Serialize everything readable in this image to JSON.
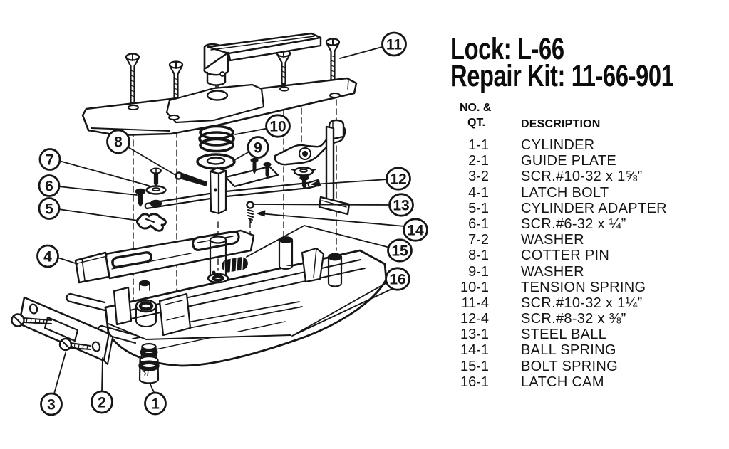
{
  "panel": {
    "title_line1": "Lock: L-66",
    "title_line2": "Repair Kit: 11-66-901",
    "header": {
      "col1_line1": "NO. &",
      "col1_line2": "QT.",
      "col2": "DESCRIPTION"
    },
    "rows": [
      {
        "no_qt": "1-1",
        "description": "CYLINDER"
      },
      {
        "no_qt": "2-1",
        "description": "GUIDE PLATE"
      },
      {
        "no_qt": "3-2",
        "description": "SCR.#10-32 x 1⅝”"
      },
      {
        "no_qt": "4-1",
        "description": "LATCH BOLT"
      },
      {
        "no_qt": "5-1",
        "description": "CYLINDER ADAPTER"
      },
      {
        "no_qt": "6-1",
        "description": "SCR.#6-32 x ¼”"
      },
      {
        "no_qt": "7-2",
        "description": "WASHER"
      },
      {
        "no_qt": "8-1",
        "description": "COTTER PIN"
      },
      {
        "no_qt": "9-1",
        "description": "WASHER"
      },
      {
        "no_qt": "10-1",
        "description": "TENSION SPRING"
      },
      {
        "no_qt": "11-4",
        "description": "SCR.#10-32 x 1¼”"
      },
      {
        "no_qt": "12-4",
        "description": "SCR.#8-32 x ⅜”"
      },
      {
        "no_qt": "13-1",
        "description": "STEEL BALL"
      },
      {
        "no_qt": "14-1",
        "description": "BALL SPRING"
      },
      {
        "no_qt": "15-1",
        "description": "BOLT SPRING"
      },
      {
        "no_qt": "16-1",
        "description": "LATCH CAM"
      }
    ]
  },
  "diagram": {
    "callouts": [
      {
        "num": "1"
      },
      {
        "num": "2"
      },
      {
        "num": "3"
      },
      {
        "num": "4"
      },
      {
        "num": "5"
      },
      {
        "num": "6"
      },
      {
        "num": "7"
      },
      {
        "num": "8"
      },
      {
        "num": "9"
      },
      {
        "num": "10"
      },
      {
        "num": "11"
      },
      {
        "num": "12"
      },
      {
        "num": "13"
      },
      {
        "num": "14"
      },
      {
        "num": "15"
      },
      {
        "num": "16"
      }
    ]
  }
}
